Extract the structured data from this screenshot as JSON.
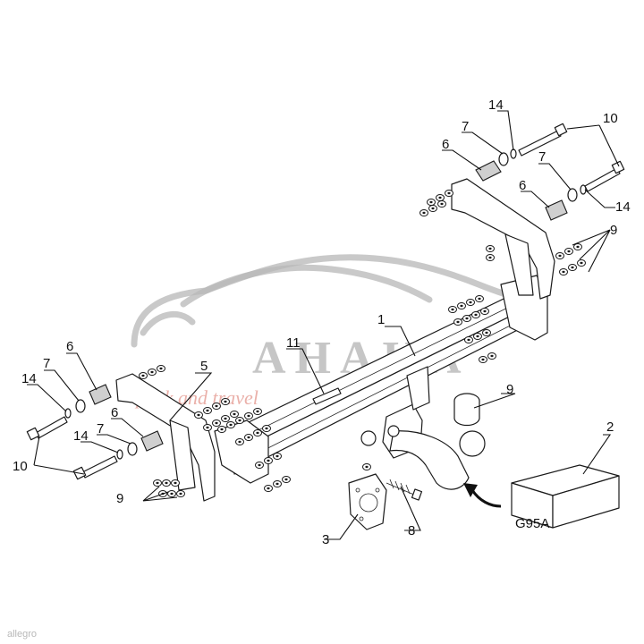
{
  "watermark": {
    "brand": "AHAKA",
    "tagline": "pack and travel"
  },
  "package": {
    "code": "G95A"
  },
  "credit": "allegro",
  "callouts": [
    {
      "id": "c1",
      "text": "1"
    },
    {
      "id": "c2",
      "text": "2"
    },
    {
      "id": "c3",
      "text": "3"
    },
    {
      "id": "c5",
      "text": "5"
    },
    {
      "id": "c6a",
      "text": "6"
    },
    {
      "id": "c6b",
      "text": "6"
    },
    {
      "id": "c6c",
      "text": "6"
    },
    {
      "id": "c6d",
      "text": "6"
    },
    {
      "id": "c7a",
      "text": "7"
    },
    {
      "id": "c7b",
      "text": "7"
    },
    {
      "id": "c7c",
      "text": "7"
    },
    {
      "id": "c7d",
      "text": "7"
    },
    {
      "id": "c8",
      "text": "8"
    },
    {
      "id": "c9a",
      "text": "9"
    },
    {
      "id": "c9b",
      "text": "9"
    },
    {
      "id": "c9c",
      "text": "9"
    },
    {
      "id": "c10a",
      "text": "10"
    },
    {
      "id": "c10b",
      "text": "10"
    },
    {
      "id": "c11",
      "text": "11"
    },
    {
      "id": "c14a",
      "text": "14"
    },
    {
      "id": "c14b",
      "text": "14"
    },
    {
      "id": "c14c",
      "text": "14"
    },
    {
      "id": "c14d",
      "text": "14"
    }
  ]
}
